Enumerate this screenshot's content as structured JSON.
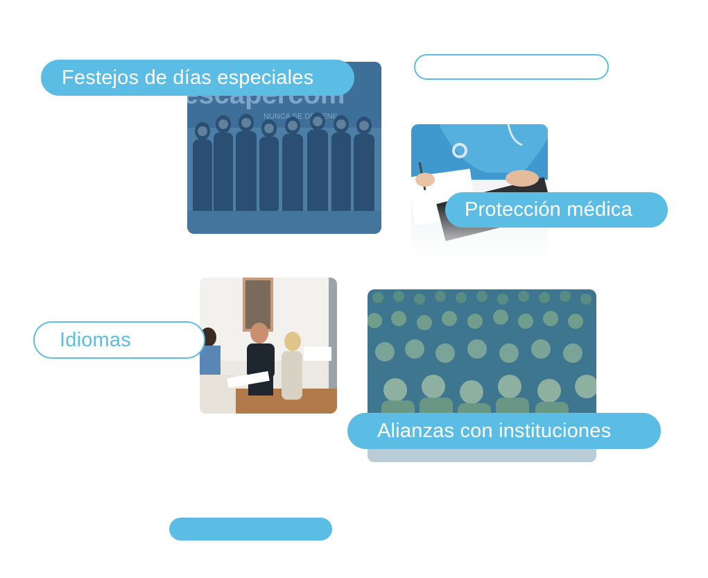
{
  "labels": {
    "festejos": "Festejos de días especiales",
    "medica": "Protección médica",
    "idiomas": "Idiomas",
    "alianzas": "Alianzas con instituciones",
    "empty_top": "",
    "empty_bottom": ""
  },
  "photos": {
    "festejos_sign": "escapercom",
    "festejos_subtitle": "NUNCA SE DETIENE"
  },
  "colors": {
    "accent": "#5bbde3",
    "photo_tint": "#3a8fbf",
    "background": "#ffffff"
  }
}
